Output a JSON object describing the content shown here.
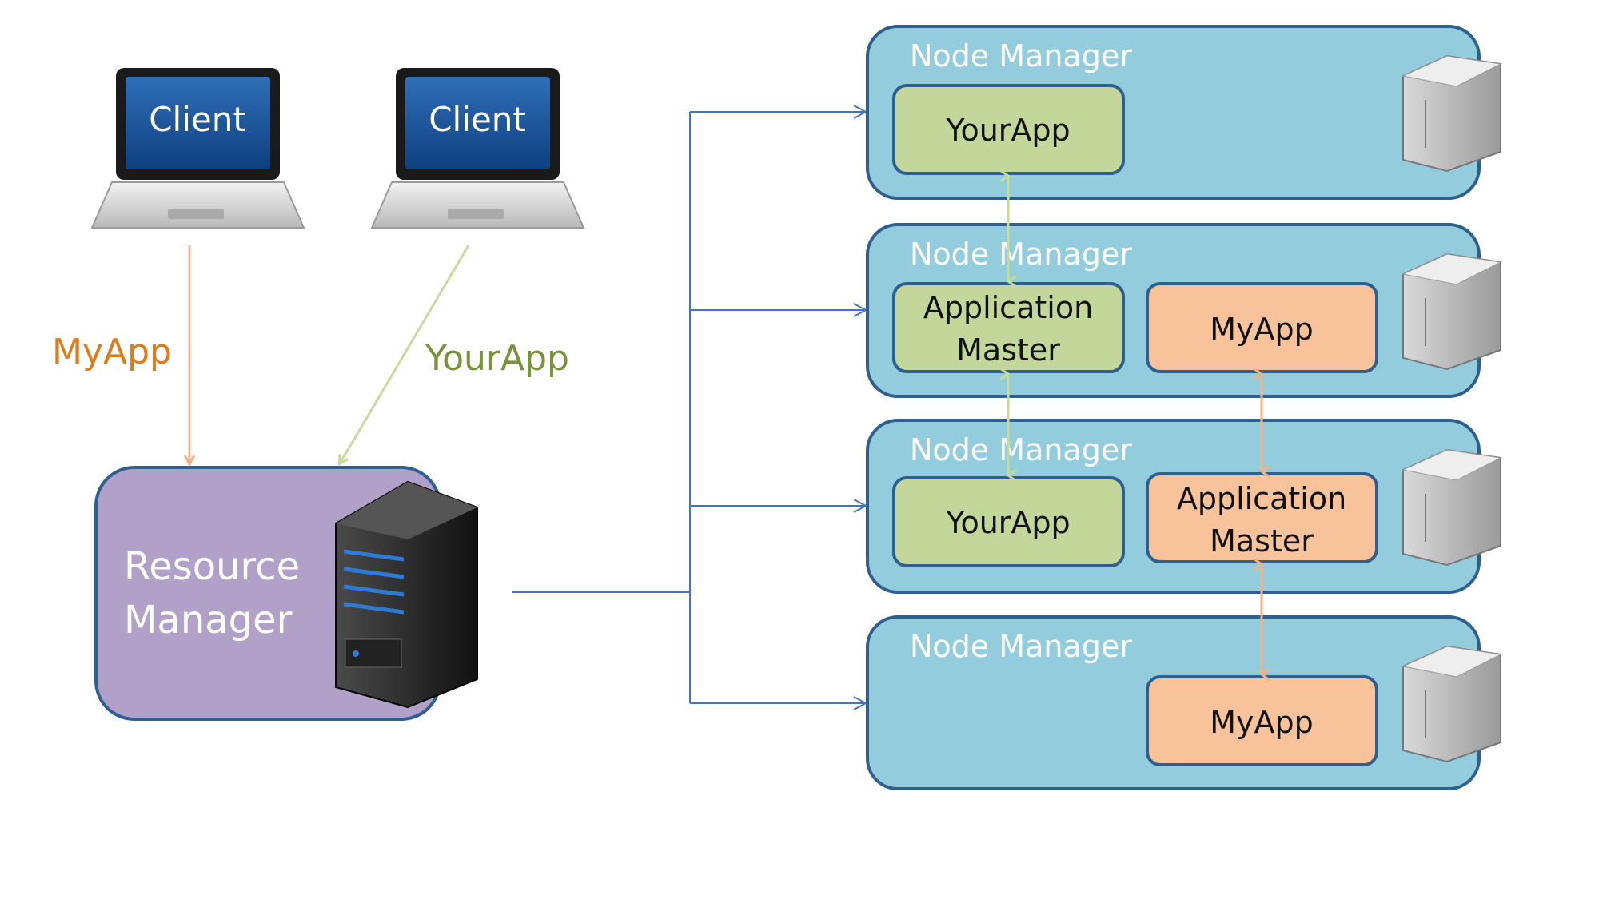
{
  "colors": {
    "myapp_edge": "#f4b183",
    "myapp_text": "#e07b1c",
    "yourapp_edge": "#c5dc9b",
    "yourapp_text": "#77933c",
    "link_blue": "#4472c4",
    "node_fill": "#93cddd",
    "node_stroke": "#2f5f8f",
    "green_box": "#c4d79b",
    "orange_box": "#f8c39a",
    "rm_fill": "#b1a0c7"
  },
  "clients": [
    {
      "label": "Client"
    },
    {
      "label": "Client"
    }
  ],
  "edges": {
    "myapp_label": "MyApp",
    "yourapp_label": "YourApp"
  },
  "resource_manager": {
    "line1": "Resource",
    "line2": "Manager"
  },
  "nodes": [
    {
      "label": "Node Manager",
      "containers": [
        {
          "lines": [
            "YourApp"
          ],
          "kind": "yourapp"
        }
      ]
    },
    {
      "label": "Node Manager",
      "containers": [
        {
          "lines": [
            "Application",
            "Master"
          ],
          "kind": "yourapp"
        },
        {
          "lines": [
            "MyApp"
          ],
          "kind": "myapp"
        }
      ]
    },
    {
      "label": "Node Manager",
      "containers": [
        {
          "lines": [
            "YourApp"
          ],
          "kind": "yourapp"
        },
        {
          "lines": [
            "Application",
            "Master"
          ],
          "kind": "myapp"
        }
      ]
    },
    {
      "label": "Node Manager",
      "containers": [
        {
          "lines": [
            "MyApp"
          ],
          "kind": "myapp"
        }
      ]
    }
  ]
}
